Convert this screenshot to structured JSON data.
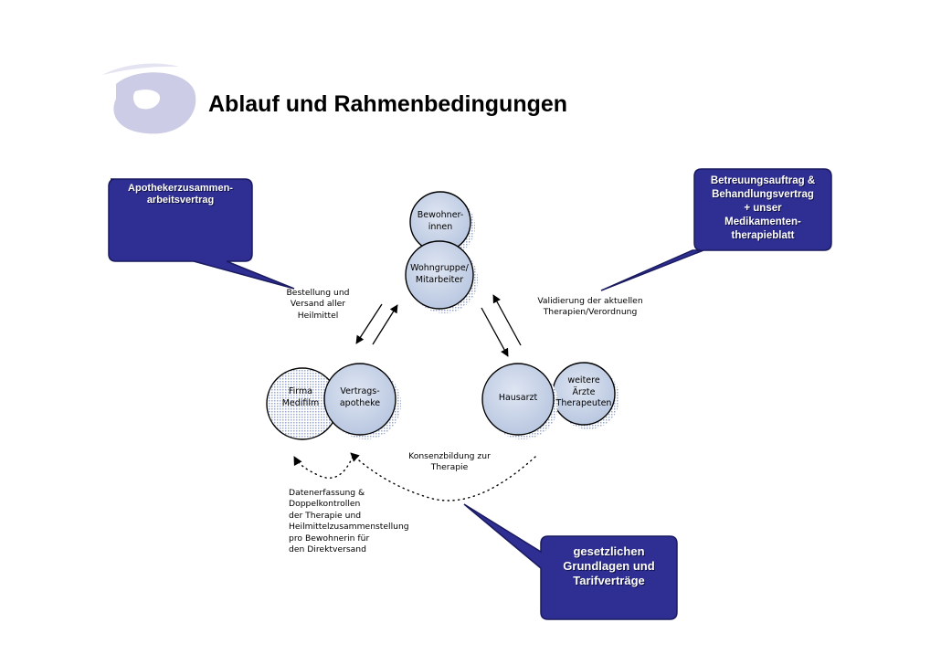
{
  "title": "Ablauf und Rahmenbedingungen",
  "callouts": {
    "left": "Apothekerzusammen-\narbeitsvertrag",
    "right": "Betreuungsauftrag &\nBehandlungsvertrag\n+ unser\nMedikamenten-\ntherapieblatt",
    "bottom": "gesetzlichen\nGrundlagen und\nTarifverträge"
  },
  "nodes": {
    "bewohner": "Bewohner-\ninnen",
    "wohngruppe": "Wohngruppe/\nMitarbeiter",
    "firma": "Firma\nMedifilm",
    "vertragsapotheke": "Vertrags-\napotheke",
    "hausarzt": "Hausarzt",
    "weitere": "weitere\nÄrzte\nTherapeuten"
  },
  "labels": {
    "bestellung": "Bestellung und\nVersand aller\nHeilmittel",
    "validierung": "Validierung der aktuellen\nTherapien/Verordnung",
    "konsenz": "Konsenzbildung zur\nTherapie",
    "datenerfassung": "Datenerfassung &\nDoppelkontrollen\nder Therapie und\nHeilmittelzusammenstellung\npro Bewohnerin für\nden Direktversand"
  },
  "colors": {
    "callout_fill": "#2e2e93",
    "callout_border": "#1a1a60",
    "circle_fill": "#c8d3e6",
    "circle_border": "#000000",
    "logo": "#cccce6",
    "shadow": "#a6b4d3"
  }
}
